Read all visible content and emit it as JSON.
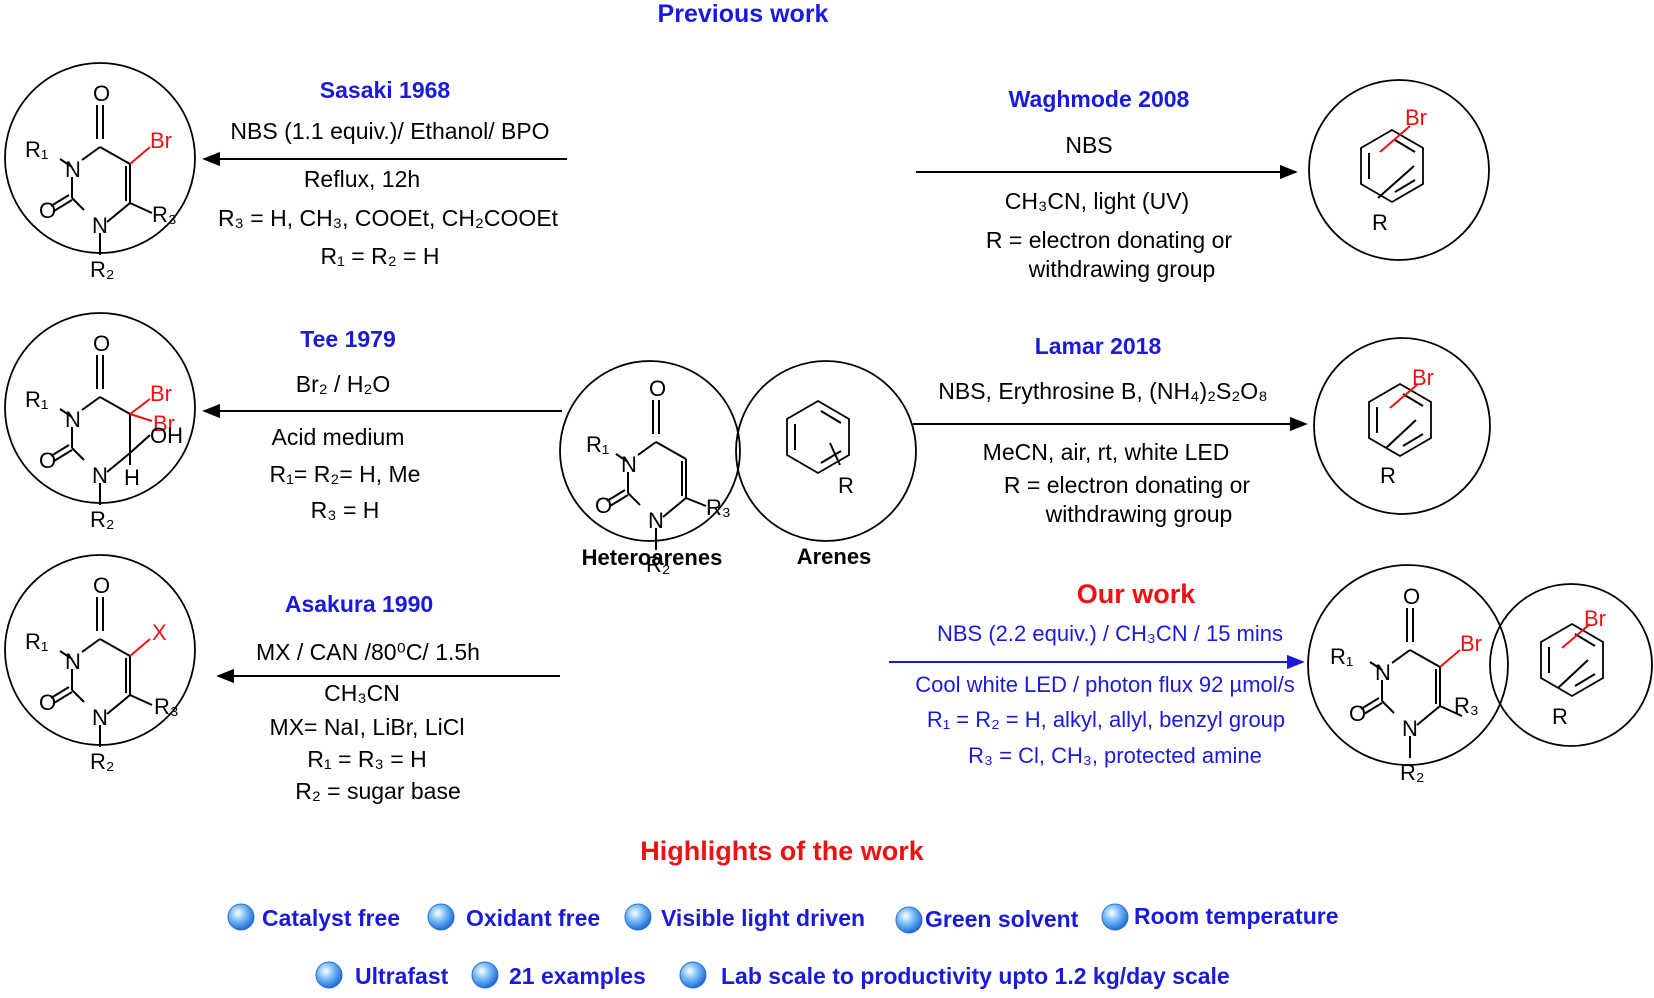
{
  "titles": {
    "previous": "Previous work",
    "our": "Our work",
    "highlights": "Highlights of the work"
  },
  "center": {
    "heteroarenes": "Heteroarenes",
    "arenes": "Arenes"
  },
  "sasaki": {
    "ref": "Sasaki 1968",
    "line1": "NBS (1.1 equiv.)/ Ethanol/ BPO",
    "line2": "Reflux, 12h",
    "line3": "R₃ = H, CH₃, COOEt, CH₂COOEt",
    "line4": "R₁ = R₂ = H"
  },
  "tee": {
    "ref": "Tee 1979",
    "line1": "Br₂ / H₂O",
    "line2": "Acid medium",
    "line3": "R₁= R₂= H, Me",
    "line4": "R₃ = H"
  },
  "asakura": {
    "ref": "Asakura 1990",
    "line1": "MX / CAN /80⁰C/ 1.5h",
    "line2": "CH₃CN",
    "line3": "MX= NaI, LiBr, LiCl",
    "line4": "R₁ = R₃ = H",
    "line5": "R₂ = sugar base"
  },
  "waghmode": {
    "ref": "Waghmode 2008",
    "line1": "NBS",
    "line2": "CH₃CN, light (UV)",
    "line3": "R = electron donating or",
    "line4": "withdrawing group"
  },
  "lamar": {
    "ref": "Lamar 2018",
    "line1": "NBS, Erythrosine B, (NH₄)₂S₂O₈",
    "line2": "MeCN, air, rt, white LED",
    "line3": "R = electron donating or",
    "line4": "withdrawing group"
  },
  "ourwork": {
    "line1": "NBS (2.2 equiv.) / CH₃CN / 15 mins",
    "line2": "Cool white LED / photon flux 92 µmol/s",
    "line3": "R₁ = R₂ = H, alkyl, allyl, benzyl group",
    "line4": "R₃ = Cl, CH₃, protected amine"
  },
  "atoms": {
    "O": "O",
    "N": "N",
    "Br": "Br",
    "X": "X",
    "H": "H",
    "OH": "OH",
    "R": "R",
    "R1": "R₁",
    "R2": "R₂",
    "R3": "R₃"
  },
  "highlights": [
    "Catalyst free",
    "Oxidant free",
    "Visible light driven",
    "Green solvent",
    "Room temperature",
    "Ultrafast",
    "21 examples",
    "Lab scale to productivity upto 1.2 kg/day scale"
  ],
  "colors": {
    "blue": "#1a1adc",
    "red": "#ee1111",
    "bullet": "#4f9ef5"
  }
}
